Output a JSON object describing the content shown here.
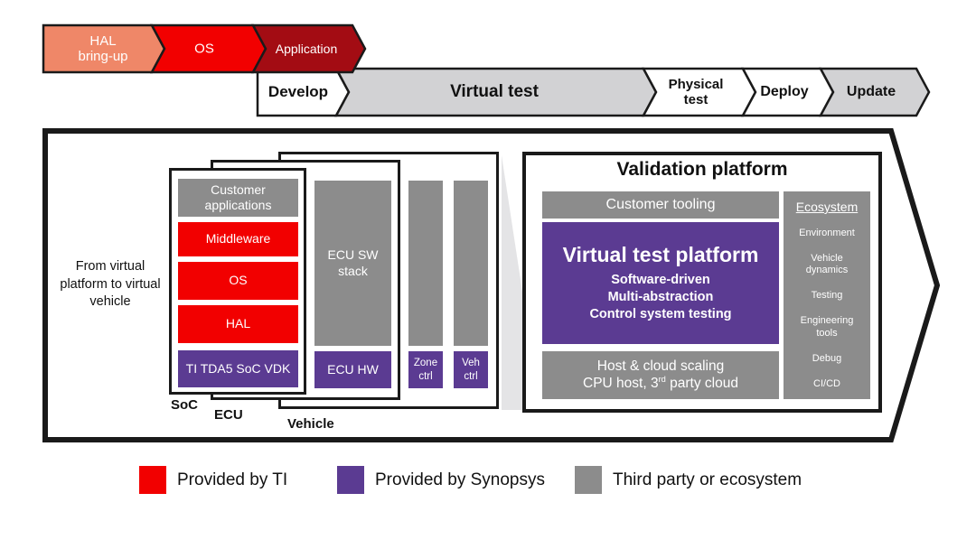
{
  "colors": {
    "salmon": "#ef8768",
    "red": "#f20000",
    "dark_red": "#a30c13",
    "purple": "#5b3b92",
    "gray_block": "#8c8c8c",
    "gray_chevron": "#d2d2d4",
    "white": "#ffffff",
    "wedge": "#e4e4e6"
  },
  "flow": {
    "row1": [
      {
        "label": "HAL\nbring-up"
      },
      {
        "label": "OS"
      },
      {
        "label": "Application"
      }
    ],
    "row2": [
      {
        "label": "Develop"
      },
      {
        "label": "Virtual test"
      },
      {
        "label": "Physical\ntest"
      },
      {
        "label": "Deploy"
      },
      {
        "label": "Update"
      }
    ]
  },
  "left_note": "From virtual\nplatform to virtual\nvehicle",
  "soc": {
    "label": "SoC",
    "blocks": [
      {
        "label": "Customer\napplications"
      },
      {
        "label": "Middleware"
      },
      {
        "label": "OS"
      },
      {
        "label": "HAL"
      },
      {
        "label": "TI TDA5 SoC VDK"
      }
    ]
  },
  "ecu": {
    "label": "ECU",
    "sw_stack": "ECU SW\nstack",
    "hw": "ECU HW"
  },
  "vehicle": {
    "label": "Vehicle",
    "zone_ctrl": "Zone\nctrl",
    "veh_ctrl": "Veh\nctrl"
  },
  "validation": {
    "title": "Validation platform",
    "customer_tooling": "Customer tooling",
    "vtp_title": "Virtual test platform",
    "vtp_lines": "Software-driven\nMulti-abstraction\nControl system testing",
    "host_line1": "Host & cloud scaling",
    "host_line2_pre": "CPU host, 3",
    "host_line2_sup": "rd",
    "host_line2_post": " party cloud",
    "ecosystem_title": "Ecosystem",
    "ecosystem_items": [
      "Environment",
      "Vehicle\ndynamics",
      "Testing",
      "Engineering\ntools",
      "Debug",
      "CI/CD"
    ]
  },
  "legend": [
    {
      "label": "Provided by TI"
    },
    {
      "label": "Provided by Synopsys"
    },
    {
      "label": "Third party or ecosystem"
    }
  ]
}
